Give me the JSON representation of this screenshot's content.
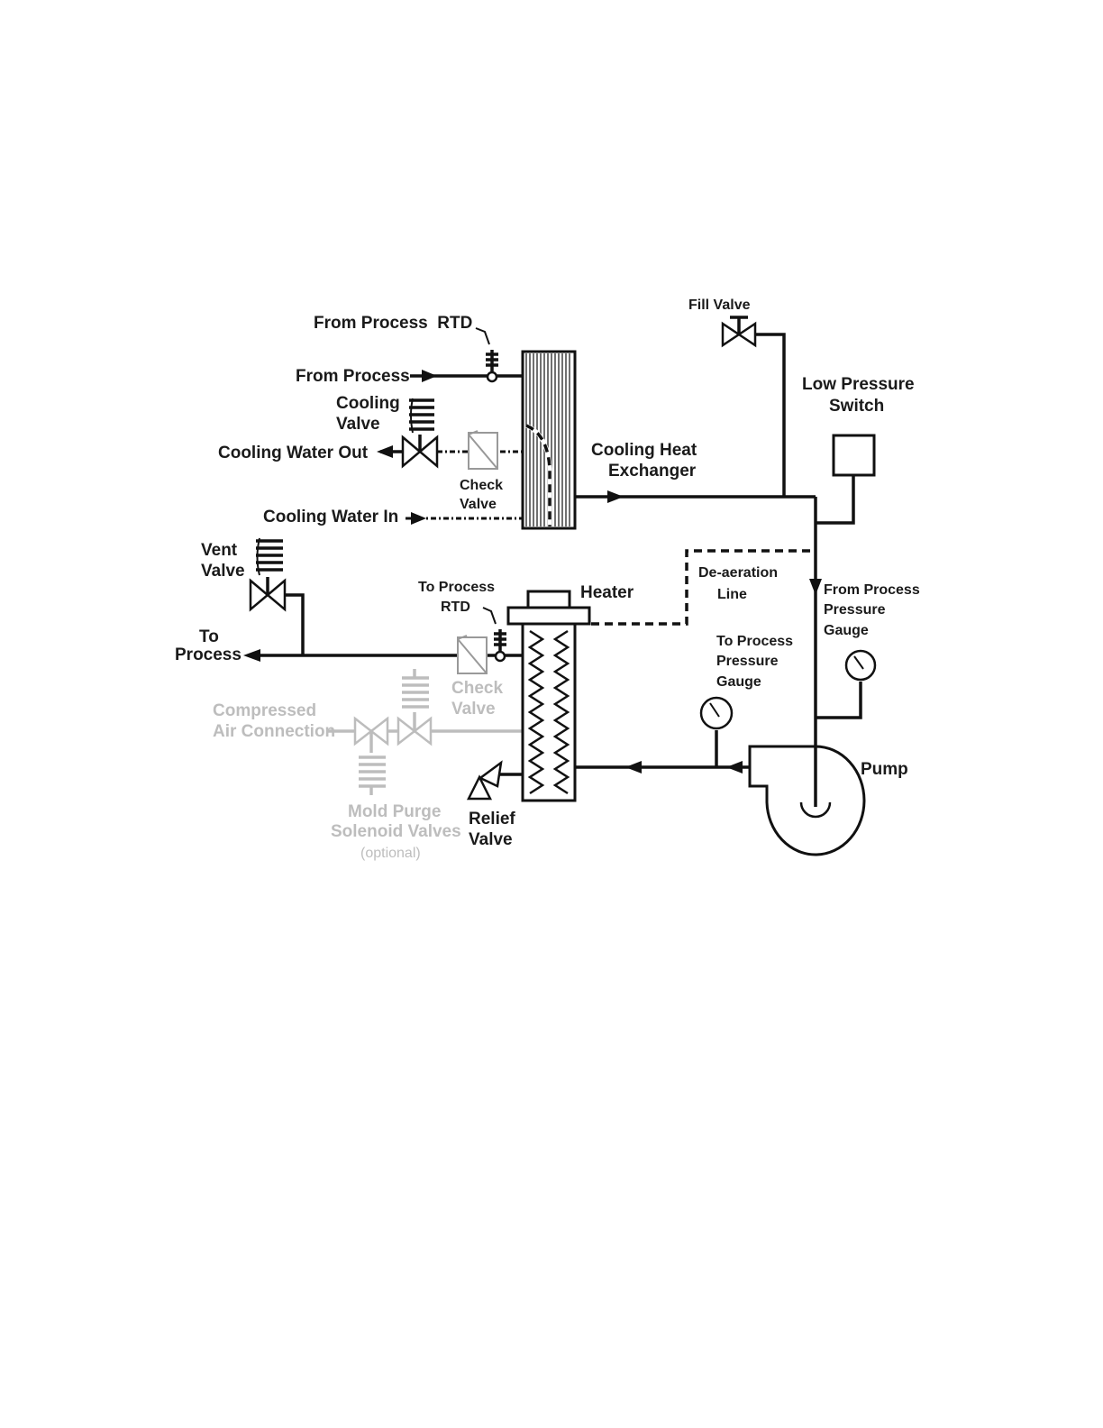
{
  "labels": {
    "fill_valve": "Fill Valve",
    "from_process_rtd": "From Process  RTD",
    "from_process": "From Process",
    "cooling_valve": [
      "Cooling",
      "Valve"
    ],
    "cooling_water_out": "Cooling Water Out",
    "check_valve_top": [
      "Check",
      "Valve"
    ],
    "cooling_heat_exchanger": [
      "Cooling Heat",
      "Exchanger"
    ],
    "low_pressure_switch": [
      "Low Pressure",
      "Switch"
    ],
    "cooling_water_in": "Cooling Water In",
    "vent_valve": [
      "Vent",
      "Valve"
    ],
    "deaeration_line": [
      "De-aeration",
      "Line"
    ],
    "to_process_rtd": [
      "To Process",
      "RTD"
    ],
    "heater": "Heater",
    "from_process_pressure_gauge": [
      "From Process",
      "Pressure",
      "Gauge"
    ],
    "to_process": [
      "To",
      "Process"
    ],
    "to_process_pressure_gauge": [
      "To Process",
      "Pressure",
      "Gauge"
    ],
    "check_valve_bottom": [
      "Check",
      "Valve"
    ],
    "compressed_air_connection": [
      "Compressed",
      "Air Connection"
    ],
    "pump": "Pump",
    "relief_valve": [
      "Relief",
      "Valve"
    ],
    "mold_purge_solenoid_valves": [
      "Mold Purge",
      "Solenoid Valves",
      "(optional)"
    ]
  },
  "colors": {
    "line": "#111111",
    "faded": "#bdbdbd",
    "background": "#ffffff"
  }
}
